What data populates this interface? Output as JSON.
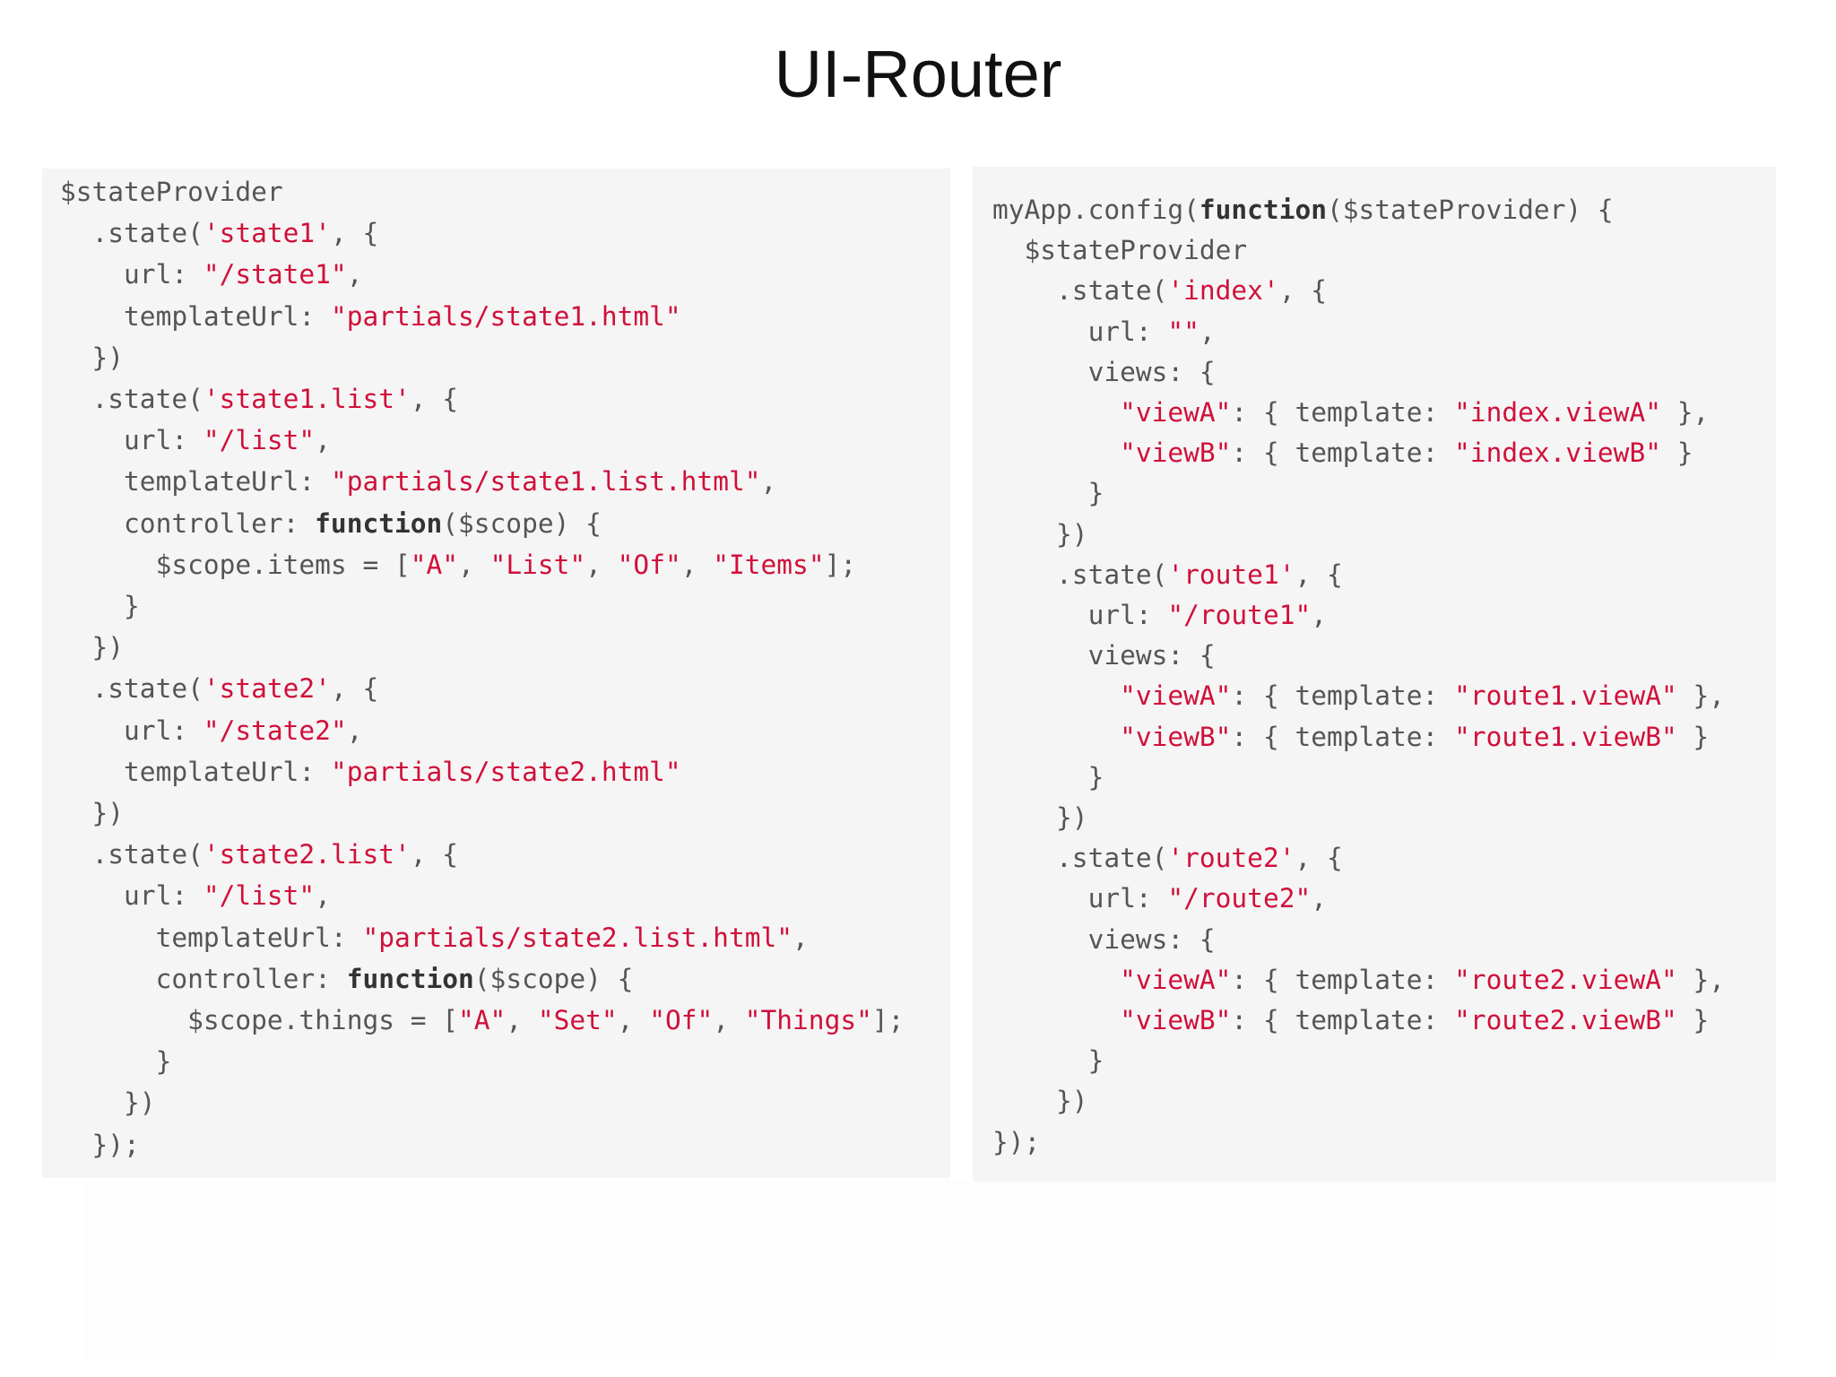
{
  "title": "UI-Router",
  "colors": {
    "code": "#555555",
    "string": "#d0103a",
    "keyword": "#333333",
    "panel_bg": "#f5f5f5"
  },
  "left_code": [
    [
      [
        "$stateProvider",
        "c"
      ]
    ],
    [
      [
        "  .state(",
        "c"
      ],
      [
        "'state1'",
        "s"
      ],
      [
        ", {",
        "c"
      ]
    ],
    [
      [
        "    url: ",
        "c"
      ],
      [
        "\"/state1\"",
        "s"
      ],
      [
        ",",
        "c"
      ]
    ],
    [
      [
        "    templateUrl: ",
        "c"
      ],
      [
        "\"partials/state1.html\"",
        "s"
      ]
    ],
    [
      [
        "  })",
        "c"
      ]
    ],
    [
      [
        "  .state(",
        "c"
      ],
      [
        "'state1.list'",
        "s"
      ],
      [
        ", {",
        "c"
      ]
    ],
    [
      [
        "    url: ",
        "c"
      ],
      [
        "\"/list\"",
        "s"
      ],
      [
        ",",
        "c"
      ]
    ],
    [
      [
        "    templateUrl: ",
        "c"
      ],
      [
        "\"partials/state1.list.html\"",
        "s"
      ],
      [
        ",",
        "c"
      ]
    ],
    [
      [
        "    controller: ",
        "c"
      ],
      [
        "function",
        "k"
      ],
      [
        "($scope) {",
        "c"
      ]
    ],
    [
      [
        "      $scope.items = [",
        "c"
      ],
      [
        "\"A\"",
        "s"
      ],
      [
        ", ",
        "c"
      ],
      [
        "\"List\"",
        "s"
      ],
      [
        ", ",
        "c"
      ],
      [
        "\"Of\"",
        "s"
      ],
      [
        ", ",
        "c"
      ],
      [
        "\"Items\"",
        "s"
      ],
      [
        "];",
        "c"
      ]
    ],
    [
      [
        "    }",
        "c"
      ]
    ],
    [
      [
        "  })",
        "c"
      ]
    ],
    [
      [
        "  .state(",
        "c"
      ],
      [
        "'state2'",
        "s"
      ],
      [
        ", {",
        "c"
      ]
    ],
    [
      [
        "    url: ",
        "c"
      ],
      [
        "\"/state2\"",
        "s"
      ],
      [
        ",",
        "c"
      ]
    ],
    [
      [
        "    templateUrl: ",
        "c"
      ],
      [
        "\"partials/state2.html\"",
        "s"
      ]
    ],
    [
      [
        "  })",
        "c"
      ]
    ],
    [
      [
        "  .state(",
        "c"
      ],
      [
        "'state2.list'",
        "s"
      ],
      [
        ", {",
        "c"
      ]
    ],
    [
      [
        "    url: ",
        "c"
      ],
      [
        "\"/list\"",
        "s"
      ],
      [
        ",",
        "c"
      ]
    ],
    [
      [
        "      templateUrl: ",
        "c"
      ],
      [
        "\"partials/state2.list.html\"",
        "s"
      ],
      [
        ",",
        "c"
      ]
    ],
    [
      [
        "      controller: ",
        "c"
      ],
      [
        "function",
        "k"
      ],
      [
        "($scope) {",
        "c"
      ]
    ],
    [
      [
        "        $scope.things = [",
        "c"
      ],
      [
        "\"A\"",
        "s"
      ],
      [
        ", ",
        "c"
      ],
      [
        "\"Set\"",
        "s"
      ],
      [
        ", ",
        "c"
      ],
      [
        "\"Of\"",
        "s"
      ],
      [
        ", ",
        "c"
      ],
      [
        "\"Things\"",
        "s"
      ],
      [
        "];",
        "c"
      ]
    ],
    [
      [
        "      }",
        "c"
      ]
    ],
    [
      [
        "    })",
        "c"
      ]
    ],
    [
      [
        "  });",
        "c"
      ]
    ]
  ],
  "right_code": [
    [
      [
        "myApp.config(",
        "c"
      ],
      [
        "function",
        "k"
      ],
      [
        "($stateProvider) {",
        "c"
      ]
    ],
    [
      [
        "  $stateProvider",
        "c"
      ]
    ],
    [
      [
        "    .state(",
        "c"
      ],
      [
        "'index'",
        "s"
      ],
      [
        ", {",
        "c"
      ]
    ],
    [
      [
        "      url: ",
        "c"
      ],
      [
        "\"\"",
        "s"
      ],
      [
        ",",
        "c"
      ]
    ],
    [
      [
        "      views: {",
        "c"
      ]
    ],
    [
      [
        "        ",
        "c"
      ],
      [
        "\"viewA\"",
        "s"
      ],
      [
        ": { template: ",
        "c"
      ],
      [
        "\"index.viewA\"",
        "s"
      ],
      [
        " },",
        "c"
      ]
    ],
    [
      [
        "        ",
        "c"
      ],
      [
        "\"viewB\"",
        "s"
      ],
      [
        ": { template: ",
        "c"
      ],
      [
        "\"index.viewB\"",
        "s"
      ],
      [
        " }",
        "c"
      ]
    ],
    [
      [
        "      }",
        "c"
      ]
    ],
    [
      [
        "    })",
        "c"
      ]
    ],
    [
      [
        "    .state(",
        "c"
      ],
      [
        "'route1'",
        "s"
      ],
      [
        ", {",
        "c"
      ]
    ],
    [
      [
        "      url: ",
        "c"
      ],
      [
        "\"/route1\"",
        "s"
      ],
      [
        ",",
        "c"
      ]
    ],
    [
      [
        "      views: {",
        "c"
      ]
    ],
    [
      [
        "        ",
        "c"
      ],
      [
        "\"viewA\"",
        "s"
      ],
      [
        ": { template: ",
        "c"
      ],
      [
        "\"route1.viewA\"",
        "s"
      ],
      [
        " },",
        "c"
      ]
    ],
    [
      [
        "        ",
        "c"
      ],
      [
        "\"viewB\"",
        "s"
      ],
      [
        ": { template: ",
        "c"
      ],
      [
        "\"route1.viewB\"",
        "s"
      ],
      [
        " }",
        "c"
      ]
    ],
    [
      [
        "      }",
        "c"
      ]
    ],
    [
      [
        "    })",
        "c"
      ]
    ],
    [
      [
        "    .state(",
        "c"
      ],
      [
        "'route2'",
        "s"
      ],
      [
        ", {",
        "c"
      ]
    ],
    [
      [
        "      url: ",
        "c"
      ],
      [
        "\"/route2\"",
        "s"
      ],
      [
        ",",
        "c"
      ]
    ],
    [
      [
        "      views: {",
        "c"
      ]
    ],
    [
      [
        "        ",
        "c"
      ],
      [
        "\"viewA\"",
        "s"
      ],
      [
        ": { template: ",
        "c"
      ],
      [
        "\"route2.viewA\"",
        "s"
      ],
      [
        " },",
        "c"
      ]
    ],
    [
      [
        "        ",
        "c"
      ],
      [
        "\"viewB\"",
        "s"
      ],
      [
        ": { template: ",
        "c"
      ],
      [
        "\"route2.viewB\"",
        "s"
      ],
      [
        " }",
        "c"
      ]
    ],
    [
      [
        "      }",
        "c"
      ]
    ],
    [
      [
        "    })",
        "c"
      ]
    ],
    [
      [
        "});",
        "c"
      ]
    ]
  ]
}
